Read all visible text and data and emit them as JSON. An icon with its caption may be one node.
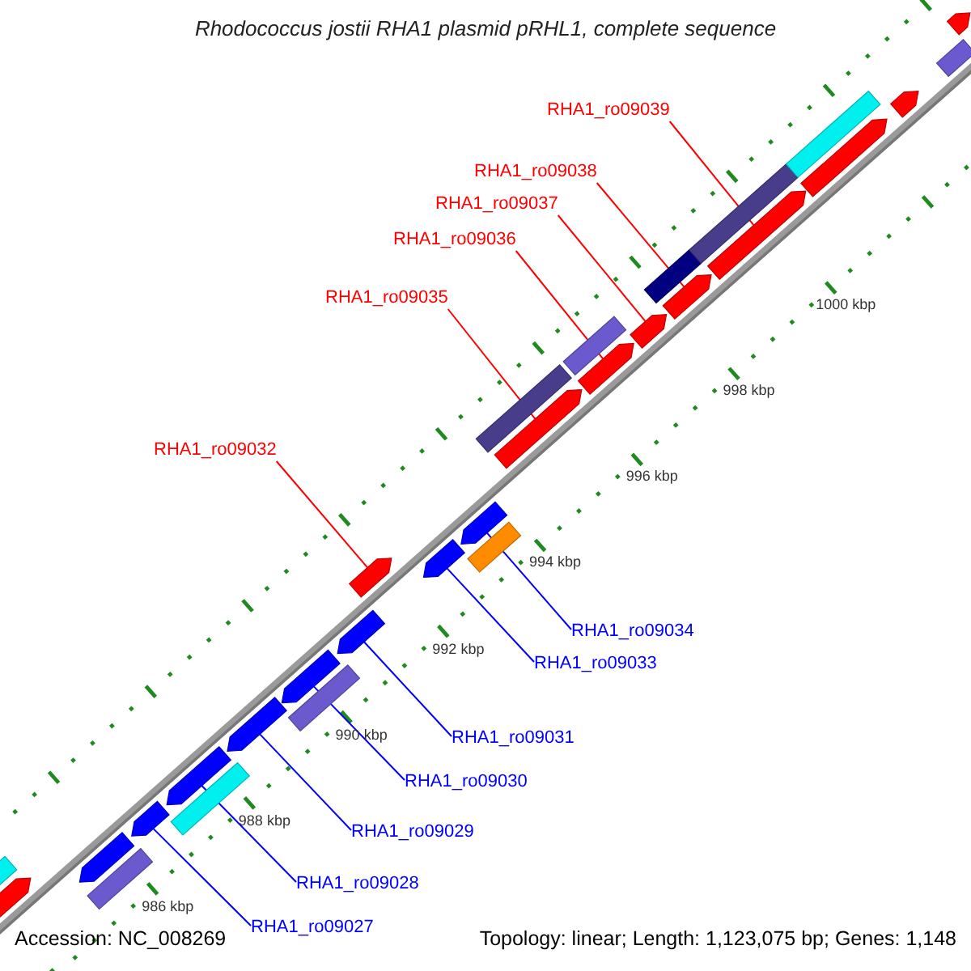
{
  "diagram": {
    "title": "Rhodococcus jostii RHA1 plasmid pRHL1, complete sequence",
    "nodes": [
      {
        "text": [
          "RHA1_ro09039"
        ]
      },
      {
        "text": [
          "RHA1_ro09038"
        ]
      },
      {
        "text": [
          "RHA1_ro09037"
        ]
      },
      {
        "text": [
          "RHA1_ro09036"
        ]
      },
      {
        "text": [
          "RHA1_ro09035"
        ]
      },
      {
        "text": [
          "RHA1_ro09032"
        ]
      },
      {
        "text": [
          "RHA1_ro09034"
        ]
      },
      {
        "text": [
          "RHA1_ro09033"
        ]
      },
      {
        "text": [
          "RHA1_ro09031"
        ]
      },
      {
        "text": [
          "RHA1_ro09030"
        ]
      },
      {
        "text": [
          "RHA1_ro09029"
        ]
      },
      {
        "text": [
          "RHA1_ro09028"
        ]
      },
      {
        "text": [
          "RHA1_ro09027"
        ]
      },
      {
        "text": [],
        "shape": "arrow"
      },
      {
        "text": [],
        "shape": "bar"
      },
      {
        "text": [],
        "shape": "arrow"
      },
      {
        "text": [],
        "shape": "bar"
      },
      {
        "text": [],
        "shape": "arrow"
      },
      {
        "text": [],
        "shape": "bar"
      },
      {
        "text": [],
        "shape": "arrow"
      },
      {
        "text": [],
        "shape": "arrow"
      },
      {
        "text": [],
        "shape": "arrow"
      },
      {
        "text": [],
        "shape": "bar"
      },
      {
        "text": [],
        "shape": "arrow"
      },
      {
        "text": [],
        "shape": "arrow"
      },
      {
        "text": [],
        "shape": "arrow"
      },
      {
        "text": [],
        "shape": "bar"
      },
      {
        "text": [],
        "shape": "arrow"
      },
      {
        "text": [],
        "shape": "arrow"
      },
      {
        "text": [],
        "shape": "bar"
      },
      {
        "text": [],
        "shape": "arrow"
      },
      {
        "text": [],
        "shape": "bar"
      },
      {
        "text": [],
        "shape": "arrow"
      },
      {
        "text": [],
        "shape": "bar"
      },
      {
        "text": [],
        "shape": "arrow"
      },
      {
        "text": [],
        "shape": "arrow"
      },
      {
        "text": [],
        "shape": "bar"
      },
      {
        "text": [],
        "shape": "bar"
      },
      {
        "text": [],
        "shape": "arrow"
      },
      {
        "text": [],
        "shape": "arrow"
      },
      {
        "text": [],
        "shape": "bar"
      },
      {
        "text": [],
        "shape": "arrow"
      }
    ],
    "edges": [
      {
        "from": 0,
        "to": 35,
        "arrow": "none",
        "color": "#ff0000"
      },
      {
        "from": 1,
        "to": 34,
        "arrow": "none",
        "color": "#ff0000"
      },
      {
        "from": 2,
        "to": 32,
        "arrow": "none",
        "color": "#ff0000"
      },
      {
        "from": 3,
        "to": 30,
        "arrow": "none",
        "color": "#ff0000"
      },
      {
        "from": 4,
        "to": 28,
        "arrow": "none",
        "color": "#ff0000"
      },
      {
        "from": 5,
        "to": 24,
        "arrow": "none",
        "color": "#ff0000"
      },
      {
        "from": 6,
        "to": 27,
        "arrow": "none"
      },
      {
        "from": 7,
        "to": 25,
        "arrow": "none"
      },
      {
        "from": 8,
        "to": 23,
        "arrow": "none"
      },
      {
        "from": 9,
        "to": 21,
        "arrow": "none"
      },
      {
        "from": 10,
        "to": 20,
        "arrow": "none"
      },
      {
        "from": 11,
        "to": 19,
        "arrow": "none"
      },
      {
        "from": 12,
        "to": 17,
        "arrow": "none"
      }
    ],
    "labels": [
      "1000 kbp",
      "998 kbp",
      "996 kbp",
      "994 kbp",
      "992 kbp",
      "990 kbp",
      "988 kbp",
      "986 kbp",
      "Accession: NC_008269",
      "Topology: linear; Length: 1,123,075 bp; Genes: 1,148"
    ]
  }
}
